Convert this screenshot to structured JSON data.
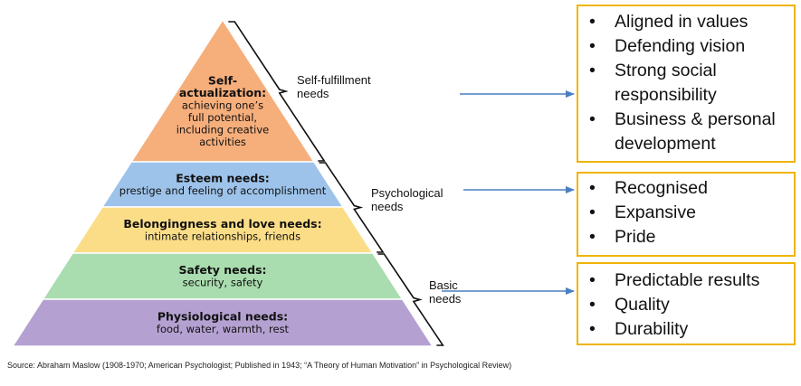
{
  "pyramid": {
    "levels": [
      {
        "id": "self-actualization",
        "title_lines": [
          "Self-",
          "actualization:"
        ],
        "desc_lines": [
          "achieving one’s",
          "full potential,",
          "including creative",
          "activities"
        ],
        "color": "#f6ae7b"
      },
      {
        "id": "esteem",
        "title_lines": [
          "Esteem needs:"
        ],
        "desc_lines": [
          "prestige and feeling of accomplishment"
        ],
        "color": "#9ec3ea"
      },
      {
        "id": "belonging",
        "title_lines": [
          "Belongingness and love needs:"
        ],
        "desc_lines": [
          "intimate relationships, friends"
        ],
        "color": "#fbdd88"
      },
      {
        "id": "safety",
        "title_lines": [
          "Safety needs:"
        ],
        "desc_lines": [
          "security, safety"
        ],
        "color": "#a9dcae"
      },
      {
        "id": "physiological",
        "title_lines": [
          "Physiological needs:"
        ],
        "desc_lines": [
          "food, water, warmth, rest"
        ],
        "color": "#b5a1d1"
      }
    ]
  },
  "groups": [
    {
      "id": "self-fulfillment",
      "label_lines": [
        "Self-fulfillment",
        "needs"
      ]
    },
    {
      "id": "psychological",
      "label_lines": [
        "Psychological",
        "needs"
      ]
    },
    {
      "id": "basic",
      "label_lines": [
        "Basic",
        "needs"
      ]
    }
  ],
  "boxes": [
    {
      "id": "self-fulfillment",
      "bullet": "•",
      "items": [
        "Aligned in values",
        "Defending vision",
        "Strong social",
        "responsibility",
        "Business & personal",
        "development"
      ]
    },
    {
      "id": "psychological",
      "bullet": "•",
      "items": [
        "Recognised",
        "Expansive",
        "Pride"
      ]
    },
    {
      "id": "basic",
      "bullet": "•",
      "items": [
        "Predictable results",
        "Quality",
        "Durability"
      ]
    }
  ],
  "colors": {
    "box_border": "#f0b400",
    "arrow": "#4a7fc1",
    "bracket": "#111111"
  },
  "source": "Source: Abraham Maslow (1908-1970; American Psychologist; Published in  1943; “A Theory of Human Motivation” in Psychological Review)"
}
